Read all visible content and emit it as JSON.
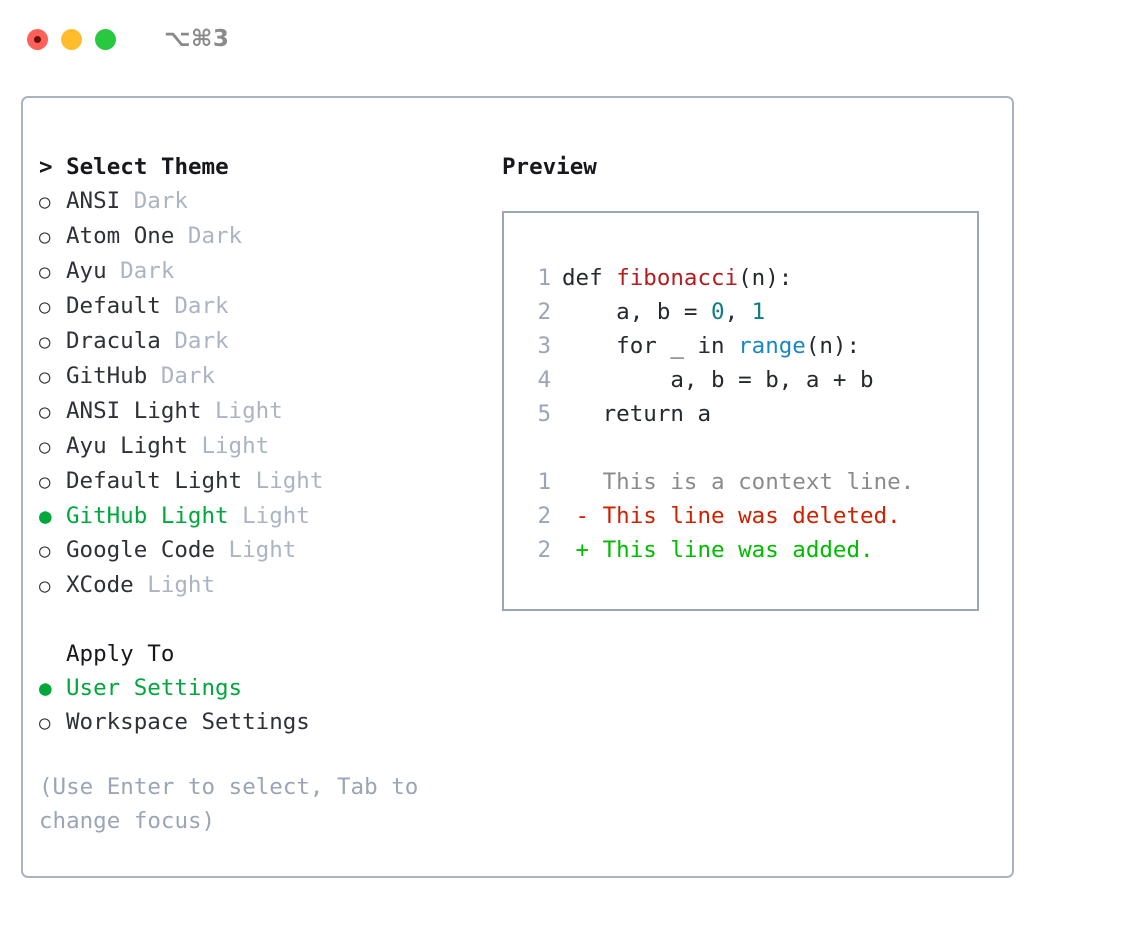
{
  "titlebar": {
    "shortcut": "⌥⌘3",
    "lights": [
      {
        "name": "close",
        "color": "#ff6058"
      },
      {
        "name": "minimize",
        "color": "#ffbd2e"
      },
      {
        "name": "maximize",
        "color": "#28c840"
      }
    ]
  },
  "theme_picker": {
    "header": "> Select Theme",
    "items": [
      {
        "bullet": "○",
        "name": "ANSI",
        "kind": "Dark",
        "selected": false
      },
      {
        "bullet": "○",
        "name": "Atom One",
        "kind": "Dark",
        "selected": false
      },
      {
        "bullet": "○",
        "name": "Ayu",
        "kind": "Dark",
        "selected": false
      },
      {
        "bullet": "○",
        "name": "Default",
        "kind": "Dark",
        "selected": false
      },
      {
        "bullet": "○",
        "name": "Dracula",
        "kind": "Dark",
        "selected": false
      },
      {
        "bullet": "○",
        "name": "GitHub",
        "kind": "Dark",
        "selected": false
      },
      {
        "bullet": "○",
        "name": "ANSI Light",
        "kind": "Light",
        "selected": false
      },
      {
        "bullet": "○",
        "name": "Ayu Light",
        "kind": "Light",
        "selected": false
      },
      {
        "bullet": "○",
        "name": "Default Light",
        "kind": "Light",
        "selected": false
      },
      {
        "bullet": "●",
        "name": "GitHub Light",
        "kind": "Light",
        "selected": true
      },
      {
        "bullet": "○",
        "name": "Google Code",
        "kind": "Light",
        "selected": false
      },
      {
        "bullet": "○",
        "name": "XCode",
        "kind": "Light",
        "selected": false
      }
    ]
  },
  "apply_to": {
    "title": "Apply To",
    "items": [
      {
        "bullet": "●",
        "name": "User Settings",
        "selected": true
      },
      {
        "bullet": "○",
        "name": "Workspace Settings",
        "selected": false
      }
    ]
  },
  "hint": "(Use Enter to select, Tab to change focus)",
  "preview": {
    "title": "Preview",
    "code_lines": [
      {
        "num": "1",
        "tokens": [
          {
            "text": "def ",
            "cls": "tok-plain"
          },
          {
            "text": "fibonacci",
            "cls": "tok-func"
          },
          {
            "text": "(n):",
            "cls": "tok-plain"
          }
        ]
      },
      {
        "num": "2",
        "tokens": [
          {
            "text": "    a, b = ",
            "cls": "tok-plain"
          },
          {
            "text": "0",
            "cls": "tok-num"
          },
          {
            "text": ", ",
            "cls": "tok-plain"
          },
          {
            "text": "1",
            "cls": "tok-num"
          }
        ]
      },
      {
        "num": "3",
        "tokens": [
          {
            "text": "    for _ in ",
            "cls": "tok-plain"
          },
          {
            "text": "range",
            "cls": "tok-call"
          },
          {
            "text": "(n):",
            "cls": "tok-plain"
          }
        ]
      },
      {
        "num": "4",
        "tokens": [
          {
            "text": "        a, b = b, a + b",
            "cls": "tok-plain"
          }
        ]
      },
      {
        "num": "5",
        "tokens": [
          {
            "text": "   return a",
            "cls": "tok-plain"
          }
        ]
      }
    ],
    "diff_lines": [
      {
        "num": "1",
        "marker": "  ",
        "text": "This is a context line.",
        "cls": "tok-ctx"
      },
      {
        "num": "2",
        "marker": "- ",
        "text": "This line was deleted.",
        "cls": "tok-del"
      },
      {
        "num": "2",
        "marker": "+ ",
        "text": "This line was added.",
        "cls": "tok-add"
      }
    ]
  },
  "colors": {
    "accent_green": "#00a83c",
    "diff_add": "#00bb00",
    "diff_del": "#cc2200",
    "muted": "#9aa5b5",
    "border": "#a9b3c2",
    "func_red": "#b31d1d",
    "call_blue": "#1a87c4",
    "num_teal": "#0f7d80"
  }
}
